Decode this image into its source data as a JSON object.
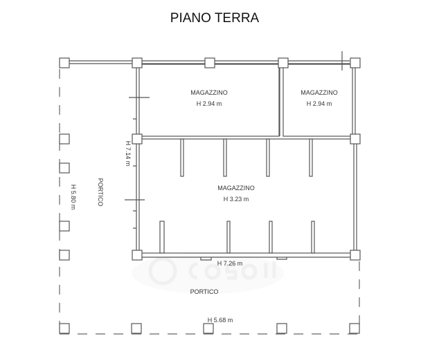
{
  "title": "PIANO TERRA",
  "watermark": "casa.it",
  "rooms": [
    {
      "name": "MAGAZZINO",
      "height": "H 2.94 m"
    },
    {
      "name": "MAGAZZINO",
      "height": "H 2.94 m"
    },
    {
      "name": "MAGAZZINO",
      "height": "H 3.23 m"
    }
  ],
  "porticos": [
    {
      "name": "PORTICO",
      "height": "H 5.80 m"
    },
    {
      "name": "PORTICO",
      "height": "H 5.68 m"
    }
  ],
  "dimensions": {
    "left_wall_height": "H 7.14 m",
    "bottom_wall_height": "H 7.26 m"
  }
}
